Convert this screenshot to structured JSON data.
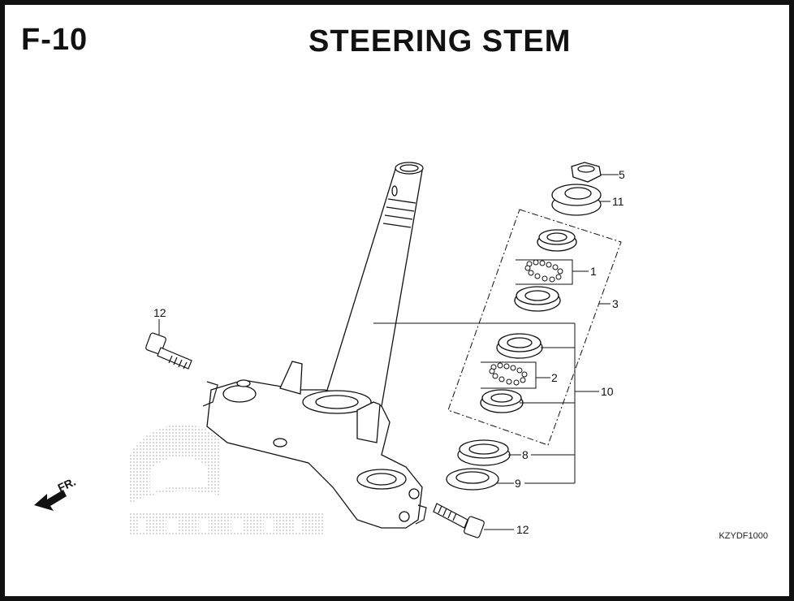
{
  "header": {
    "figure_code": "F-10",
    "title": "STEERING STEM"
  },
  "diagram": {
    "part_reference": "KZYDF1000",
    "direction_label": "FR.",
    "callouts": {
      "c1": "1",
      "c2": "2",
      "c3": "3",
      "c5": "5",
      "c8": "8",
      "c9": "9",
      "c10": "10",
      "c11": "11",
      "c12_top": "12",
      "c12_bottom": "12"
    },
    "watermark_text": "HONDA"
  }
}
